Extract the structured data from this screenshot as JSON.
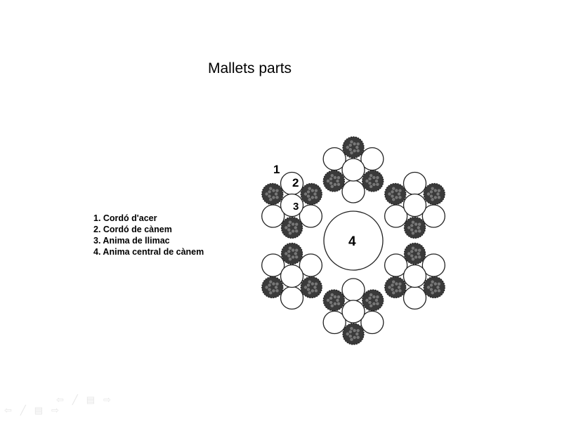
{
  "slide": {
    "title": "Mallets parts",
    "legend": [
      "1. Cordó d'acer",
      "2. Cordó de cànem",
      "3. Anima de llimac",
      "4. Anima central de cànem"
    ]
  },
  "diagram": {
    "labels": [
      "1",
      "2",
      "3",
      "4"
    ],
    "colors": {
      "dark_strand": "#3a3a3a",
      "outline": "#222222",
      "fill": "#ffffff"
    }
  },
  "nav_icons": [
    "prev-arrow-icon",
    "pen-icon",
    "menu-icon",
    "next-arrow-icon"
  ]
}
